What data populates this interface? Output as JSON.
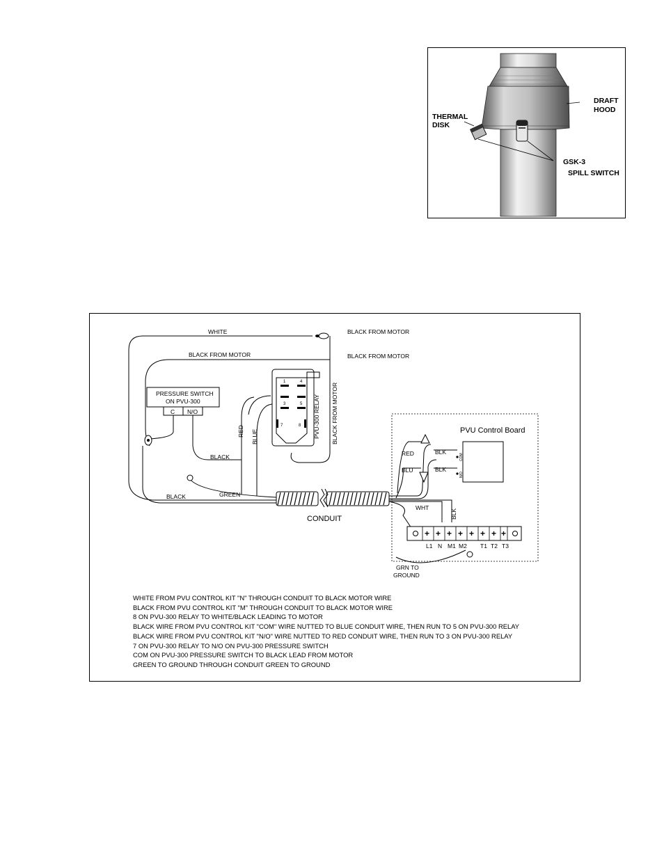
{
  "hood_figure": {
    "draft_hood_line1": "DRAFT",
    "draft_hood_line2": "HOOD",
    "thermal_disk_line1": "THERMAL",
    "thermal_disk_line2": "DISK",
    "spill_switch_line1": "GSK-3",
    "spill_switch_line2": "SPILL SWITCH"
  },
  "wiring_diagram": {
    "white": "WHITE",
    "black_from_motor_top": "BLACK FROM MOTOR",
    "black_from_motor_right1": "BLACK FROM MOTOR",
    "black_from_motor_right2": "BLACK FROM MOTOR",
    "black_from_motor_vertical": "BLACK FROM MOTOR",
    "pressure_switch_line1": "PRESSURE SWITCH",
    "pressure_switch_line2": "ON PVU-300",
    "pressure_switch_c": "C",
    "pressure_switch_no": "N/O",
    "relay_label": "PVU-300 RELAY",
    "relay_pins": [
      "1",
      "4",
      "3",
      "5",
      "7",
      "8"
    ],
    "red_vertical": "RED",
    "blue_vertical": "BLUE",
    "black_lower": "BLACK",
    "black_left": "BLACK",
    "green": "GREEN",
    "conduit": "CONDUIT",
    "control_board_title": "PVU Control Board",
    "red_board": "RED",
    "blu_board": "BLU",
    "blk_board1": "BLK",
    "blk_board2": "BLK",
    "com_tiny": "COM",
    "no_tiny": "N/O",
    "wht": "WHT",
    "blk_vertical": "BLK",
    "terminal_labels": [
      "L1",
      "N",
      "M1",
      "M2",
      "T1",
      "T2",
      "T3"
    ],
    "grn_ground_line1": "GRN TO",
    "grn_ground_line2": "GROUND",
    "notes": [
      "WHITE FROM PVU CONTROL KIT \"N\" THROUGH CONDUIT TO BLACK MOTOR WIRE",
      "BLACK FROM PVU CONTROL KIT \"M\" THROUGH CONDUIT TO BLACK MOTOR WIRE",
      "8 ON PVU-300 RELAY TO WHITE/BLACK LEADING TO MOTOR",
      "BLACK WIRE FROM PVU CONTROL KIT \"COM\" WIRE NUTTED TO BLUE CONDUIT WIRE, THEN RUN TO 5 ON PVU-300 RELAY",
      "BLACK WIRE FROM PVU CONTROL KIT \"N/O\" WIRE NUTTED TO RED CONDUIT WIRE, THEN RUN TO 3 ON PVU-300 RELAY",
      "7 ON PVU-300 RELAY TO N/O ON PVU-300 PRESSURE SWITCH",
      "COM ON PVU-300 PRESSURE SWITCH TO BLACK LEAD FROM MOTOR",
      "GREEN TO GROUND THROUGH CONDUIT GREEN TO GROUND"
    ]
  }
}
